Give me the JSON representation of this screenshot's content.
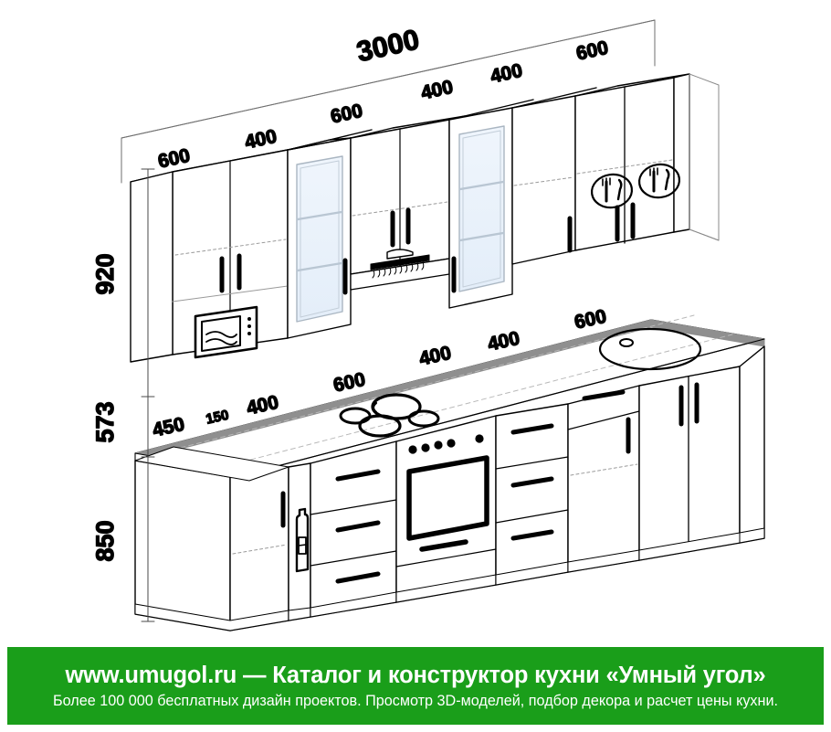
{
  "drawing": {
    "type": "isometric-kitchen-elevation",
    "total_width_label": "3000",
    "vertical_dimensions": [
      {
        "name": "upper-cabinet-height",
        "label": "920"
      },
      {
        "name": "backsplash-gap-height",
        "label": "573"
      },
      {
        "name": "base-cabinet-height",
        "label": "850"
      }
    ],
    "top_dimension_chain": [
      {
        "label": "600"
      },
      {
        "label": "400"
      },
      {
        "label": "600"
      },
      {
        "label": "400"
      },
      {
        "label": "400"
      },
      {
        "label": "600"
      }
    ],
    "bottom_dimension_chain": [
      {
        "label": "450"
      },
      {
        "label": "150"
      },
      {
        "label": "400"
      },
      {
        "label": "600"
      },
      {
        "label": "400"
      },
      {
        "label": "400"
      },
      {
        "label": "600"
      }
    ],
    "icons": {
      "microwave": "microwave-icon",
      "hood": "cooker-hood-icon",
      "bottle": "bottle-rack-icon",
      "cutlery_left": "cutlery-icon",
      "cutlery_right": "cutlery-icon",
      "hob": "cooktop-icon",
      "oven": "oven-icon",
      "sink": "sink-icon"
    },
    "colors": {
      "outline": "#000000",
      "hidden_line": "#9a9a9a",
      "glass": "#e9f2fb",
      "glass_edge": "#aab6c2",
      "countertop": "#8f8f8f",
      "handle": "#000000",
      "paper": "#ffffff"
    }
  },
  "footer": {
    "title": "www.umugol.ru  —  Каталог и конструктор кухни «Умный угол»",
    "subtitle": "Более 100 000 бесплатных дизайн проектов. Просмотр 3D-моделей, подбор декора и расчет цены кухни.",
    "background": "#1a9e1a",
    "text_color": "#ffffff"
  }
}
